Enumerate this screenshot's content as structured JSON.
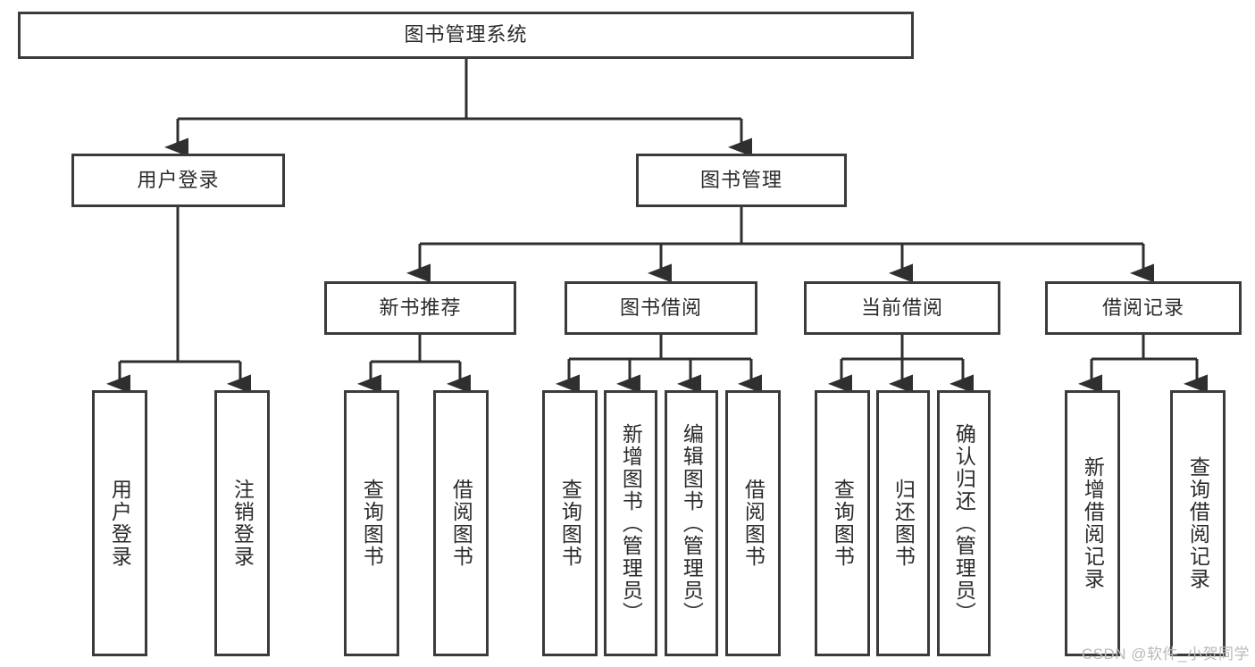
{
  "diagram": {
    "title_node": {
      "label": "图书管理系统"
    },
    "level2": [
      {
        "id": "user-login",
        "label": "用户登录"
      },
      {
        "id": "book-management",
        "label": "图书管理"
      }
    ],
    "level3": [
      {
        "id": "new-book-recommend",
        "label": "新书推荐"
      },
      {
        "id": "book-borrow",
        "label": "图书借阅"
      },
      {
        "id": "current-borrow",
        "label": "当前借阅"
      },
      {
        "id": "borrow-record",
        "label": "借阅记录"
      }
    ],
    "leaves": [
      {
        "id": "leaf-user-login",
        "label": "用户登录"
      },
      {
        "id": "leaf-logout-login",
        "label": "注销登录"
      },
      {
        "id": "leaf-query-book-1",
        "label": "查询图书"
      },
      {
        "id": "leaf-borrow-book-1",
        "label": "借阅图书"
      },
      {
        "id": "leaf-query-book-2",
        "label": "查询图书"
      },
      {
        "id": "leaf-add-book",
        "label": "新增图书（管理员）"
      },
      {
        "id": "leaf-edit-book",
        "label": "编辑图书（管理员）"
      },
      {
        "id": "leaf-borrow-book-2",
        "label": "借阅图书"
      },
      {
        "id": "leaf-query-book-3",
        "label": "查询图书"
      },
      {
        "id": "leaf-return-book",
        "label": "归还图书"
      },
      {
        "id": "leaf-confirm-return",
        "label": "确认归还（管理员）"
      },
      {
        "id": "leaf-add-borrow-record",
        "label": "新增借阅记录"
      },
      {
        "id": "leaf-query-borrow-record",
        "label": "查询借阅记录"
      }
    ],
    "watermark": "CSDN @软件_小贺同学",
    "colors": {
      "stroke": "#3b3b3b",
      "background": "#ffffff",
      "text": "#2b2b2b",
      "watermark": "#b9b9b9"
    }
  }
}
